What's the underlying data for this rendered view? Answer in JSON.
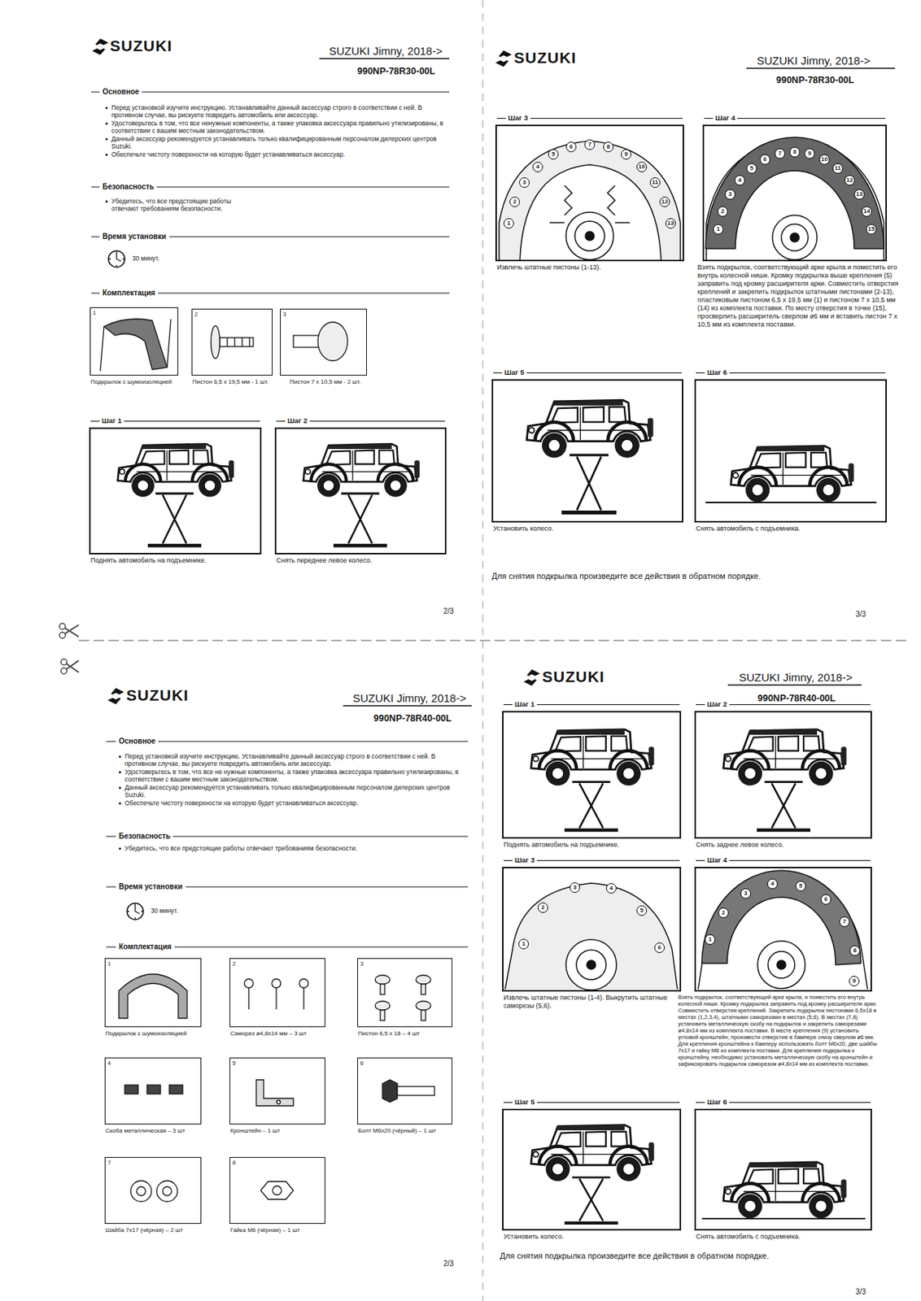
{
  "diagram": {
    "nodes": [
      {
        "text": [
          "1",
          "Подкрылок с шумоизоляцией"
        ]
      },
      {
        "text": [
          "2",
          "Пистон 6,5 х 19,5 мм - 1 шт."
        ]
      },
      {
        "text": [
          "3",
          "Пистон 7 х 10,5 мм - 2 шт."
        ]
      },
      {
        "text": [
          "Шаг 1",
          "Поднять автомобиль на подъемнике."
        ]
      },
      {
        "text": [
          "Шаг 2",
          "Снять переднее левое колесо."
        ]
      },
      {
        "text": [
          "Шаг 3",
          "Извлечь штатные пистоны (1-13)."
        ]
      },
      {
        "text": [
          "Шаг 4",
          "Взять подкрылок, соответствующий арке крыла и поместить его внутрь колесной ниши. Кромку подкрылка выше крепления (5) заправить под кромку расширителя арки. Совместить отверстия креплений и закрепить подкрылок штатными пистонами (2-13), пластиковым пистоном 6,5 х 19,5 мм (1) и пистоном 7 х 10,5 мм (14) из комплекта поставки. По месту отверстия в точке (15), просверлить расширитель сверлом ø6 мм и вставить пистон 7 х 10,5 мм из комплекта поставки."
        ]
      },
      {
        "text": [
          "Шаг 5",
          "Установить колесо."
        ]
      },
      {
        "text": [
          "Шаг 6",
          "Снять автомобиль с подъемника."
        ]
      },
      {
        "text": [
          "1",
          "Подкрылок с шумоизоляцией"
        ]
      },
      {
        "text": [
          "2",
          "Саморез ø4,8х14 мм – 3 шт"
        ]
      },
      {
        "text": [
          "3",
          "Пистон 6,5 х 18 – 4 шт"
        ]
      },
      {
        "text": [
          "4",
          "Скоба металлическая – 3 шт"
        ]
      },
      {
        "text": [
          "5",
          "Кронштейн – 1 шт"
        ]
      },
      {
        "text": [
          "6",
          "Болт М6х20 (чёрный) – 1 шт"
        ]
      },
      {
        "text": [
          "7",
          "Шайба 7х17 (чёрная) – 2 шт"
        ]
      },
      {
        "text": [
          "8",
          "Гайка М6 (чёрная) – 1 шт"
        ]
      },
      {
        "text": [
          "Шаг 1",
          "Поднять автомобиль на подъемнике."
        ]
      },
      {
        "text": [
          "Шаг 2",
          "Снять заднее левое колесо."
        ]
      },
      {
        "text": [
          "Шаг 3",
          "Извлечь штатные пистоны (1-4). Выкрутить штатные саморезы (5,6)."
        ]
      },
      {
        "text": [
          "Шаг 4",
          "Взять подкрылок, соответствующий арке крыла, и поместить его внутрь колесной ниши. Кромку подкрылка заправить под кромку расширителя арки. Совместить отверстия креплений. Закрепить подкрылок пистонами 6,5х18 в местах (1,2,3,4), штатными саморезами в местах (5,6). В местах (7,8) установить металлическую скобу на подкрылок и закрепить саморезами ø4,8х14 мм из комплекта поставки. В месте крепления (9) установить угловой кронштейн, произвести отверстие в бампере снизу сверлом ø6 мм. Для крепления кронштейна к бамперу использовать болт М6х20, две шайбы 7х17 и гайку М6 из комплекта поставки. Для крепления подкрылка к кронштейну, необходимо установить металлическую скобу на кронштейн и зафиксировать подкрылок саморезом ø4,8х14 мм из комплекта поставки."
        ]
      },
      {
        "text": [
          "Шаг 5",
          "Установить колесо."
        ]
      },
      {
        "text": [
          "Шаг 6",
          "Снять автомобиль с подъемника."
        ]
      }
    ],
    "labels": [
      "SUZUKI",
      "SUZUKI Jimny, 2018->",
      "990NP-78R30-00L",
      "Основное",
      "Перед установкой изучите инструкцию. Устанавливайте данный аксессуар строго в соответствии с ней. В противном случае, вы рискуете повредить автомобиль или аксессуар.",
      "Удостоверьтесь в том, что все ненужные компоненты, а также упаковка аксессуара правильно утилизированы, в соответствии с вашим местным законодательством.",
      "Данный аксессуар рекомендуется устанавливать только квалифицированным персоналом дилерских центров Suzuki.",
      "Обеспечьте чистоту поверхности на которую будет устанавливаться аксессуар.",
      "Безопасность",
      "Убедитесь, что все предстоящие работы отвечают требованиям безопасности.",
      "Время установки",
      "30 минут.",
      "Комплектация",
      "2/3",
      "SUZUKI",
      "SUZUKI Jimny, 2018->",
      "990NP-78R30-00L",
      "1",
      "2",
      "3",
      "4",
      "5",
      "6",
      "7",
      "8",
      "9",
      "10",
      "11",
      "12",
      "13",
      "1",
      "2",
      "3",
      "4",
      "5",
      "6",
      "7",
      "8",
      "9",
      "10",
      "11",
      "12",
      "13",
      "14",
      "15",
      "Для снятия подкрылка произведите все действия в обратном порядке.",
      "3/3",
      "SUZUKI",
      "SUZUKI Jimny, 2018->",
      "990NP-78R40-00L",
      "Основное",
      "Перед установкой изучите инструкцию. Устанавливайте данный аксессуар строго в соответствии с ней. В противном случае, вы рискуете повредить автомобиль или аксессуар.",
      "Удостоверьтесь в том, что все не нужные компоненты, а также упаковка аксессуара правильно утилизированы, в соответствии с вашим местным законодательством.",
      "Данный аксессуар рекомендуется устанавливать только квалифицированным персоналом дилерских центров Suzuki.",
      "Обеспечьте чистоту поверхности на которую будет устанавливаться аксессуар.",
      "Безопасность",
      "Убедитесь, что все предстоящие работы отвечают требованиям безопасности.",
      "Время установки",
      "30 минут.",
      "Комплектация",
      "2/3",
      "SUZUKI",
      "SUZUKI Jimny, 2018->",
      "990NP-78R40-00L",
      "1",
      "2",
      "3",
      "4",
      "5",
      "6",
      "1",
      "2",
      "3",
      "4",
      "5",
      "6",
      "7",
      "8",
      "9",
      "Для снятия подкрылка произведите все действия в обратном порядке.",
      "3/3"
    ]
  }
}
